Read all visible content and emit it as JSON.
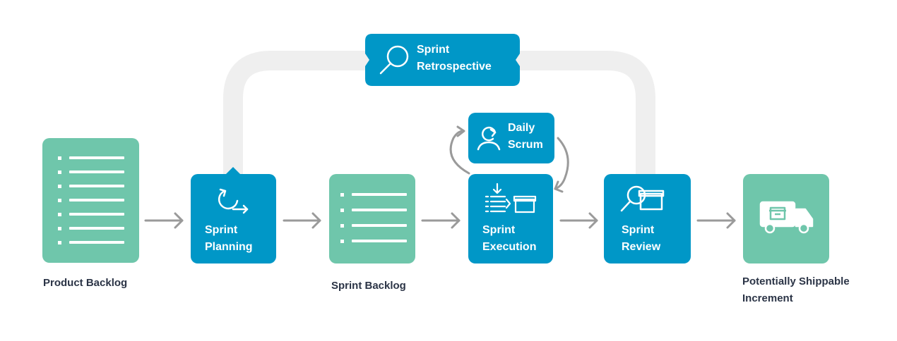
{
  "nodes": {
    "product_backlog": {
      "caption": "Product Backlog"
    },
    "sprint_planning": {
      "line1": "Sprint",
      "line2": "Planning"
    },
    "sprint_backlog": {
      "caption": "Sprint Backlog"
    },
    "sprint_execution": {
      "line1": "Sprint",
      "line2": "Execution"
    },
    "sprint_review": {
      "line1": "Sprint",
      "line2": "Review"
    },
    "increment": {
      "caption_line1": "Potentially Shippable",
      "caption_line2": "Increment"
    },
    "sprint_retrospective": {
      "line1": "Sprint",
      "line2": "Retrospective"
    },
    "daily_scrum": {
      "line1": "Daily",
      "line2": "Scrum"
    }
  },
  "colors": {
    "blue": "#0097c7",
    "green": "#6fc6ab",
    "arrow": "#9a9a9a",
    "loop_track": "#efefef",
    "caption_text": "#2b3446"
  }
}
